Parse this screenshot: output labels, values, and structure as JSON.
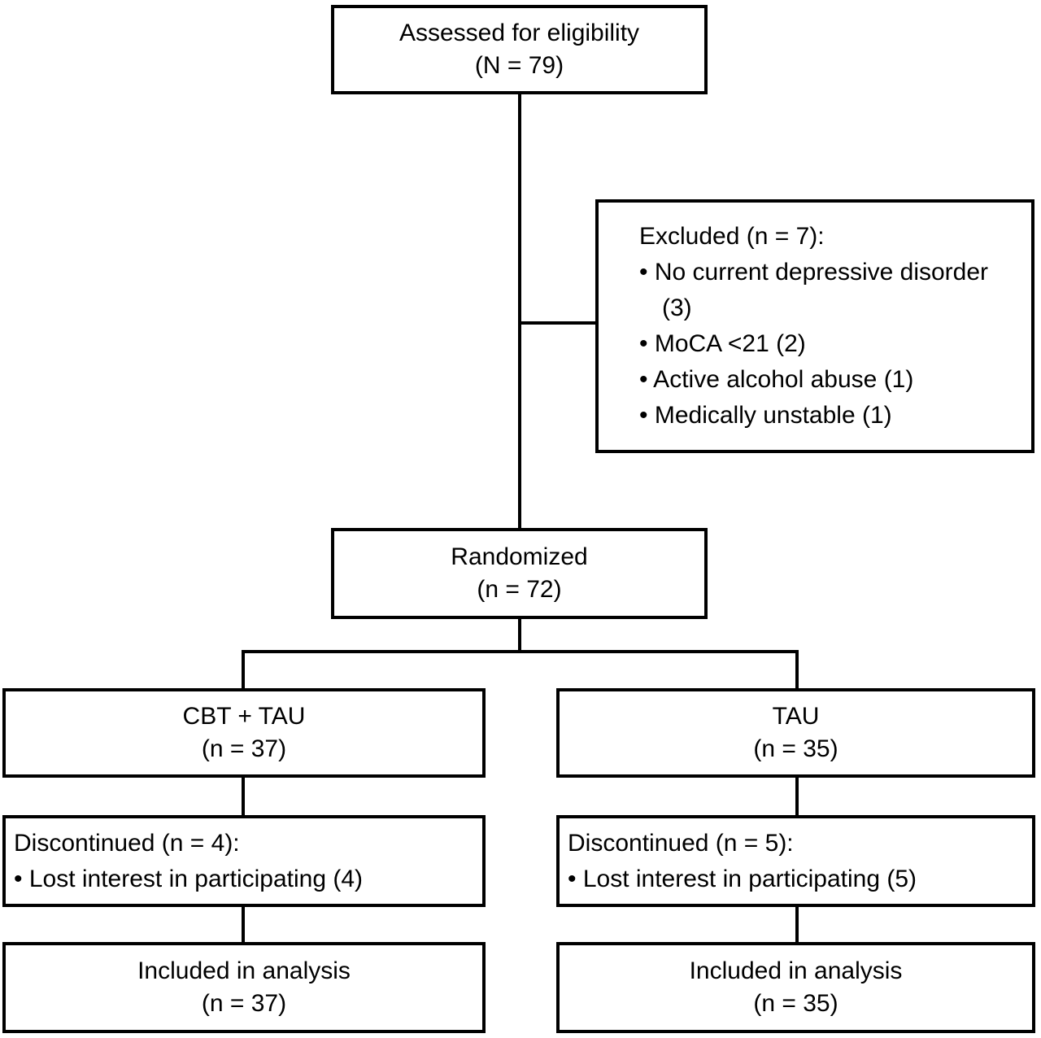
{
  "diagram": {
    "assessed": {
      "line1": "Assessed for eligibility",
      "line2": "(N = 79)"
    },
    "excluded": {
      "title": "Excluded (n = 7):",
      "items": [
        "• No current depressive disorder (3)",
        "• MoCA <21 (2)",
        "• Active alcohol abuse (1)",
        "• Medically unstable (1)"
      ]
    },
    "randomized": {
      "line1": "Randomized",
      "line2": "(n = 72)"
    },
    "arm_cbt": {
      "line1": "CBT + TAU",
      "line2": "(n = 37)"
    },
    "arm_tau": {
      "line1": "TAU",
      "line2": "(n = 35)"
    },
    "discontinued_cbt": {
      "title": "Discontinued (n = 4):",
      "items": [
        "• Lost interest in participating (4)"
      ]
    },
    "discontinued_tau": {
      "title": "Discontinued (n = 5):",
      "items": [
        "• Lost interest in participating (5)"
      ]
    },
    "included_cbt": {
      "line1": "Included in analysis",
      "line2": "(n = 37)"
    },
    "included_tau": {
      "line1": "Included in analysis",
      "line2": "(n = 35)"
    },
    "colors": {
      "line": "#000000",
      "text": "#000000",
      "background": "#ffffff"
    }
  }
}
